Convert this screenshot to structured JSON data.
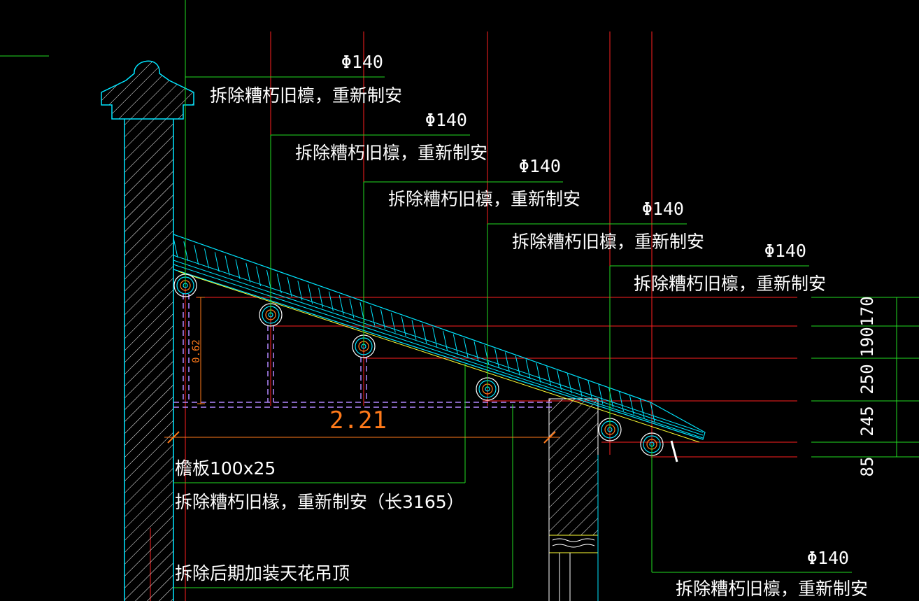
{
  "colors": {
    "background": "#000000",
    "cyan": "#00e5ff",
    "red": "#ff2020",
    "green": "#22dd22",
    "white": "#ffffff",
    "orange": "#ff7a1a",
    "magenta_dash": "#b388ff",
    "yellow": "#ffff33"
  },
  "callouts": [
    {
      "size": "Φ140",
      "note": "拆除糟朽旧檩，重新制安"
    },
    {
      "size": "Φ140",
      "note": "拆除糟朽旧檩，重新制安"
    },
    {
      "size": "Φ140",
      "note": "拆除糟朽旧檩，重新制安"
    },
    {
      "size": "Φ140",
      "note": "拆除糟朽旧檩，重新制安"
    },
    {
      "size": "Φ140",
      "note": "拆除糟朽旧檩，重新制安"
    },
    {
      "size": "Φ140",
      "note": "拆除糟朽旧檩，重新制安"
    }
  ],
  "left_notes": {
    "eaves_board": "檐板100x25",
    "rafter": "拆除糟朽旧椽，重新制安（长3165）",
    "ceiling": "拆除后期加装天花吊顶"
  },
  "dimensions": {
    "span": "2.21",
    "height": "0.62",
    "vertical": [
      "170",
      "190",
      "250",
      "245",
      "85"
    ]
  }
}
